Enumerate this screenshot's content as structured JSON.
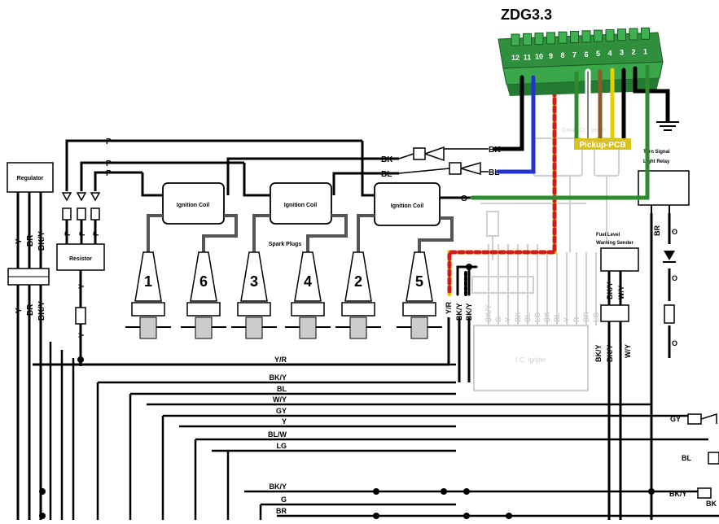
{
  "header": {
    "connector_title": "ZDG3.3",
    "pickup_label": "Pickup-PCB"
  },
  "connector_pins": [
    "12",
    "11",
    "10",
    "9",
    "8",
    "7",
    "6",
    "5",
    "4",
    "3",
    "2",
    "1"
  ],
  "components": {
    "regulator": "Regulator",
    "resistor": "Resistor",
    "ignition_coil": "Ignition Coil",
    "spark_plugs": "Spark Plugs",
    "ic_igniter": "I.C. Igniter",
    "fuel_level_sender_line1": "Fuel Level",
    "fuel_level_sender_line2": "Warning Sender",
    "relay_line1": "Turn Signal",
    "relay_line2": "Light Relay",
    "ghost_connector": "Group Connector"
  },
  "cylinders": [
    "1",
    "6",
    "3",
    "4",
    "2",
    "5"
  ],
  "wire_labels": {
    "top_p1": "P",
    "top_p2": "P",
    "top_p3": "P",
    "bk_in": "BK",
    "bl_in": "BL",
    "bk_out": "BK",
    "bl_out": "BL",
    "g_out": "G",
    "reg_y": "Y",
    "reg_br": "BR",
    "reg_bky": "BK/Y",
    "res_p1": "P",
    "res_p2": "P",
    "res_p3": "P",
    "lower_y": "Y",
    "lower_br": "BR",
    "lower_bky": "BK/Y",
    "res_out_y1": "Y",
    "res_out_y2": "Y",
    "igniter_yr": "Y/R",
    "igniter_bky1": "BK/Y",
    "igniter_bky2": "BK/Y",
    "ghost_cols": [
      "BK/Y",
      "G",
      "Y",
      "BK",
      "BL",
      "LG",
      "BK",
      "BL",
      "Y",
      "R",
      "BR",
      "LG"
    ],
    "relay_br": "BR",
    "relay_o": "O",
    "sender_bky": "BK/Y",
    "sender_wy": "W/Y",
    "sender2_bky": "BK/Y",
    "sender2_bky2": "BK/Y",
    "sender2_wy": "W/Y",
    "diode_o1": "O",
    "diode_o2": "O"
  },
  "bus_labels": [
    "Y/R",
    "BK/Y",
    "BL",
    "W/Y",
    "GY",
    "Y",
    "BL/W",
    "LG",
    "BK/Y",
    "G",
    "BR"
  ],
  "right_edge_labels": {
    "gy": "GY",
    "bl": "BL",
    "bky": "BK/Y",
    "bk": "BK"
  },
  "colors": {
    "terminal_green": "#3aa84a",
    "terminal_dark": "#1f6e2e",
    "pickup_yellow": "#d9c21a",
    "wire_blue": "#2233cc",
    "wire_brown": "#8a5a2b",
    "wire_green": "#2f8a2f",
    "wire_yellow": "#e8d000",
    "wire_red": "#d11a1a"
  }
}
